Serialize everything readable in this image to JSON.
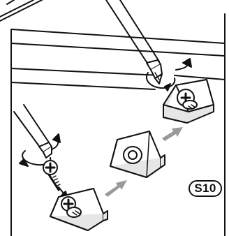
{
  "step_label": "S10",
  "icons": {
    "screwdriver": "phillips-screwdriver",
    "screw": "phillips-screw",
    "bracket": "corner-block-bracket",
    "rotation": "clockwise-arrow",
    "progression": "grey-arrow"
  },
  "colors": {
    "line": "#111111",
    "background": "#ffffff",
    "bracket_shade": "#e6e6e6",
    "arrow_grey": "#9a9a9a"
  }
}
